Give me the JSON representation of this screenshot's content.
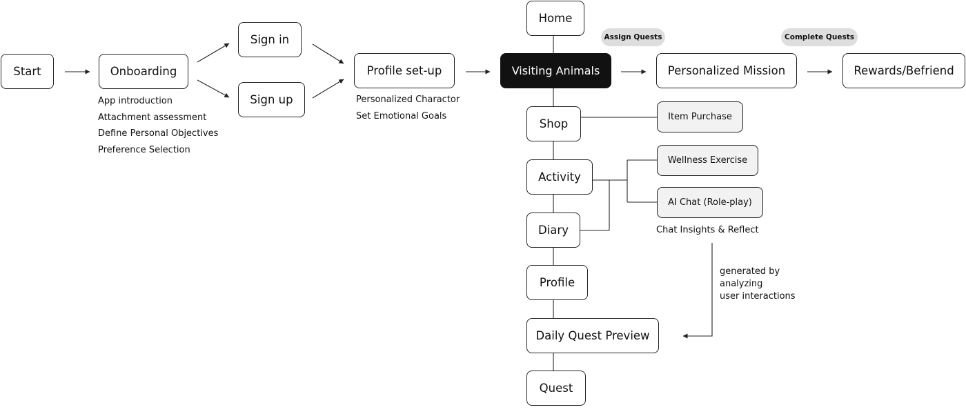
{
  "main_flow": {
    "start": "Start",
    "onboarding": "Onboarding",
    "sign_in": "Sign in",
    "sign_up": "Sign up",
    "profile_setup": "Profile set-up",
    "visiting_animals": "Visiting Animals",
    "personalized_mission": "Personalized Mission",
    "rewards_befriend": "Rewards/Befriend"
  },
  "onboarding_notes": [
    "App introduction",
    "Attachment assessment",
    "Define Personal Objectives",
    "Preference Selection"
  ],
  "profile_notes": [
    "Personalized Charactor",
    "Set Emotional Goals"
  ],
  "badges": {
    "assign_quests": "Assign Quests",
    "complete_quests": "Complete Quests"
  },
  "nav_column": {
    "home": "Home",
    "shop": "Shop",
    "activity": "Activity",
    "diary": "Diary",
    "profile": "Profile",
    "daily_quest_preview": "Daily Quest Preview",
    "quest": "Quest"
  },
  "sub_features": {
    "item_purchase": "Item Purchase",
    "wellness_exercise": "Wellness Exercise",
    "ai_chat": "AI Chat (Role-play)",
    "chat_insights": "Chat Insights & Reflect"
  },
  "insight_note": [
    "generated by",
    "analyzing",
    "user interactions"
  ],
  "colors": {
    "highlight_node": "#111111",
    "sub_node_fill": "#f2f2f2",
    "badge_fill": "#dedede",
    "line": "#222222"
  }
}
